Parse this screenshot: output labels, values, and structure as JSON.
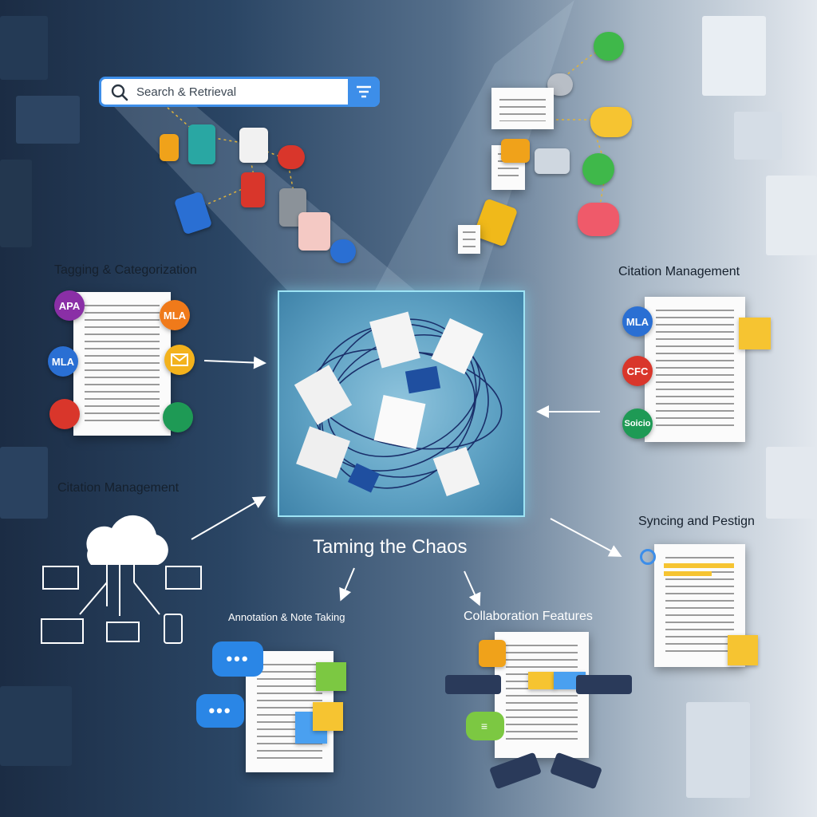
{
  "title": "Taming the Chaos",
  "search": {
    "placeholder": "Search & Retrieval",
    "icon": "search-icon",
    "filter_icon": "filter-icon"
  },
  "sections": {
    "tagging": {
      "label": "Tagging & Categorization",
      "badges": [
        "APA",
        "MLA",
        "MLA"
      ]
    },
    "citation_left": {
      "label": "Citation Management"
    },
    "citation_right": {
      "label": "Citation Management",
      "badges": [
        "MLA",
        "CFC",
        "Soicio"
      ]
    },
    "syncing": {
      "label": "Syncing and Pestign"
    },
    "annotation": {
      "label": "Annotation & Note Taking"
    },
    "collaboration": {
      "label": "Collaboration Features"
    }
  },
  "colors": {
    "accent_blue": "#3d8ee9",
    "badge_purple": "#8a2fa6",
    "badge_orange": "#f07a1a",
    "badge_blue": "#2a6fd3",
    "badge_red": "#d9362b",
    "badge_green": "#1e9a55",
    "sticky_yellow": "#f6c431",
    "sticky_green": "#7cc842"
  }
}
